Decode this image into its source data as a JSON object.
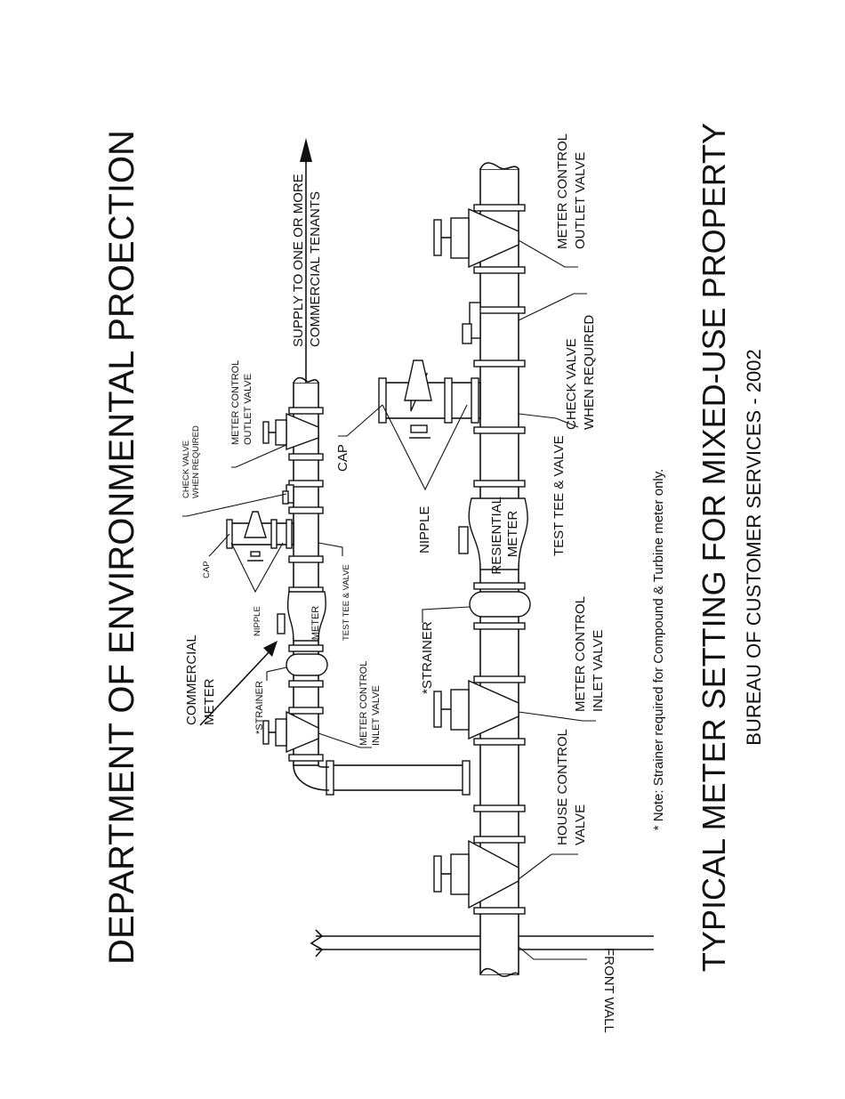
{
  "header": "DEPARTMENT OF ENVIRONMENTAL PROECTION",
  "footer": {
    "title": "TYPICAL METER SETTING FOR MIXED-USE PROPERTY",
    "subtitle": "BUREAU OF CUSTOMER SERVICES - 2002"
  },
  "note": "* Note: Strainer required for Compound & Turbine meter only.",
  "commercial": {
    "meter_label": [
      "COMMERCIAL",
      "METER"
    ],
    "meter_body": "METER",
    "strainer": "*STRAINER",
    "inlet_valve": [
      "METER CONTROL",
      "INLET VALVE"
    ],
    "nipple": "NIPPLE",
    "cap": "CAP",
    "test_tee": "TEST TEE & VALVE",
    "check_valve": [
      "CHECK VALVE",
      "WHEN REQUIRED"
    ],
    "outlet_valve": [
      "METER CONTROL",
      "OUTLET VALVE"
    ],
    "supply": [
      "SUPPLY TO ONE OR MORE",
      "COMMERCIAL TENANTS"
    ]
  },
  "residential": {
    "front_wall": "FRONT WALL",
    "house_valve": [
      "HOUSE CONTROL",
      "VALVE"
    ],
    "inlet_valve": [
      "METER CONTROL",
      "INLET VALVE"
    ],
    "strainer": "*STRAINER",
    "meter": [
      "RESIENTIAL",
      "METER"
    ],
    "nipple": "NIPPLE",
    "cap": "CAP",
    "test_tee": "TEST TEE & VALVE",
    "check_valve": [
      "CHECK VALVE",
      "WHEN REQUIRED"
    ],
    "outlet_valve": [
      "METER CONTROL",
      "OUTLET VALVE"
    ]
  }
}
